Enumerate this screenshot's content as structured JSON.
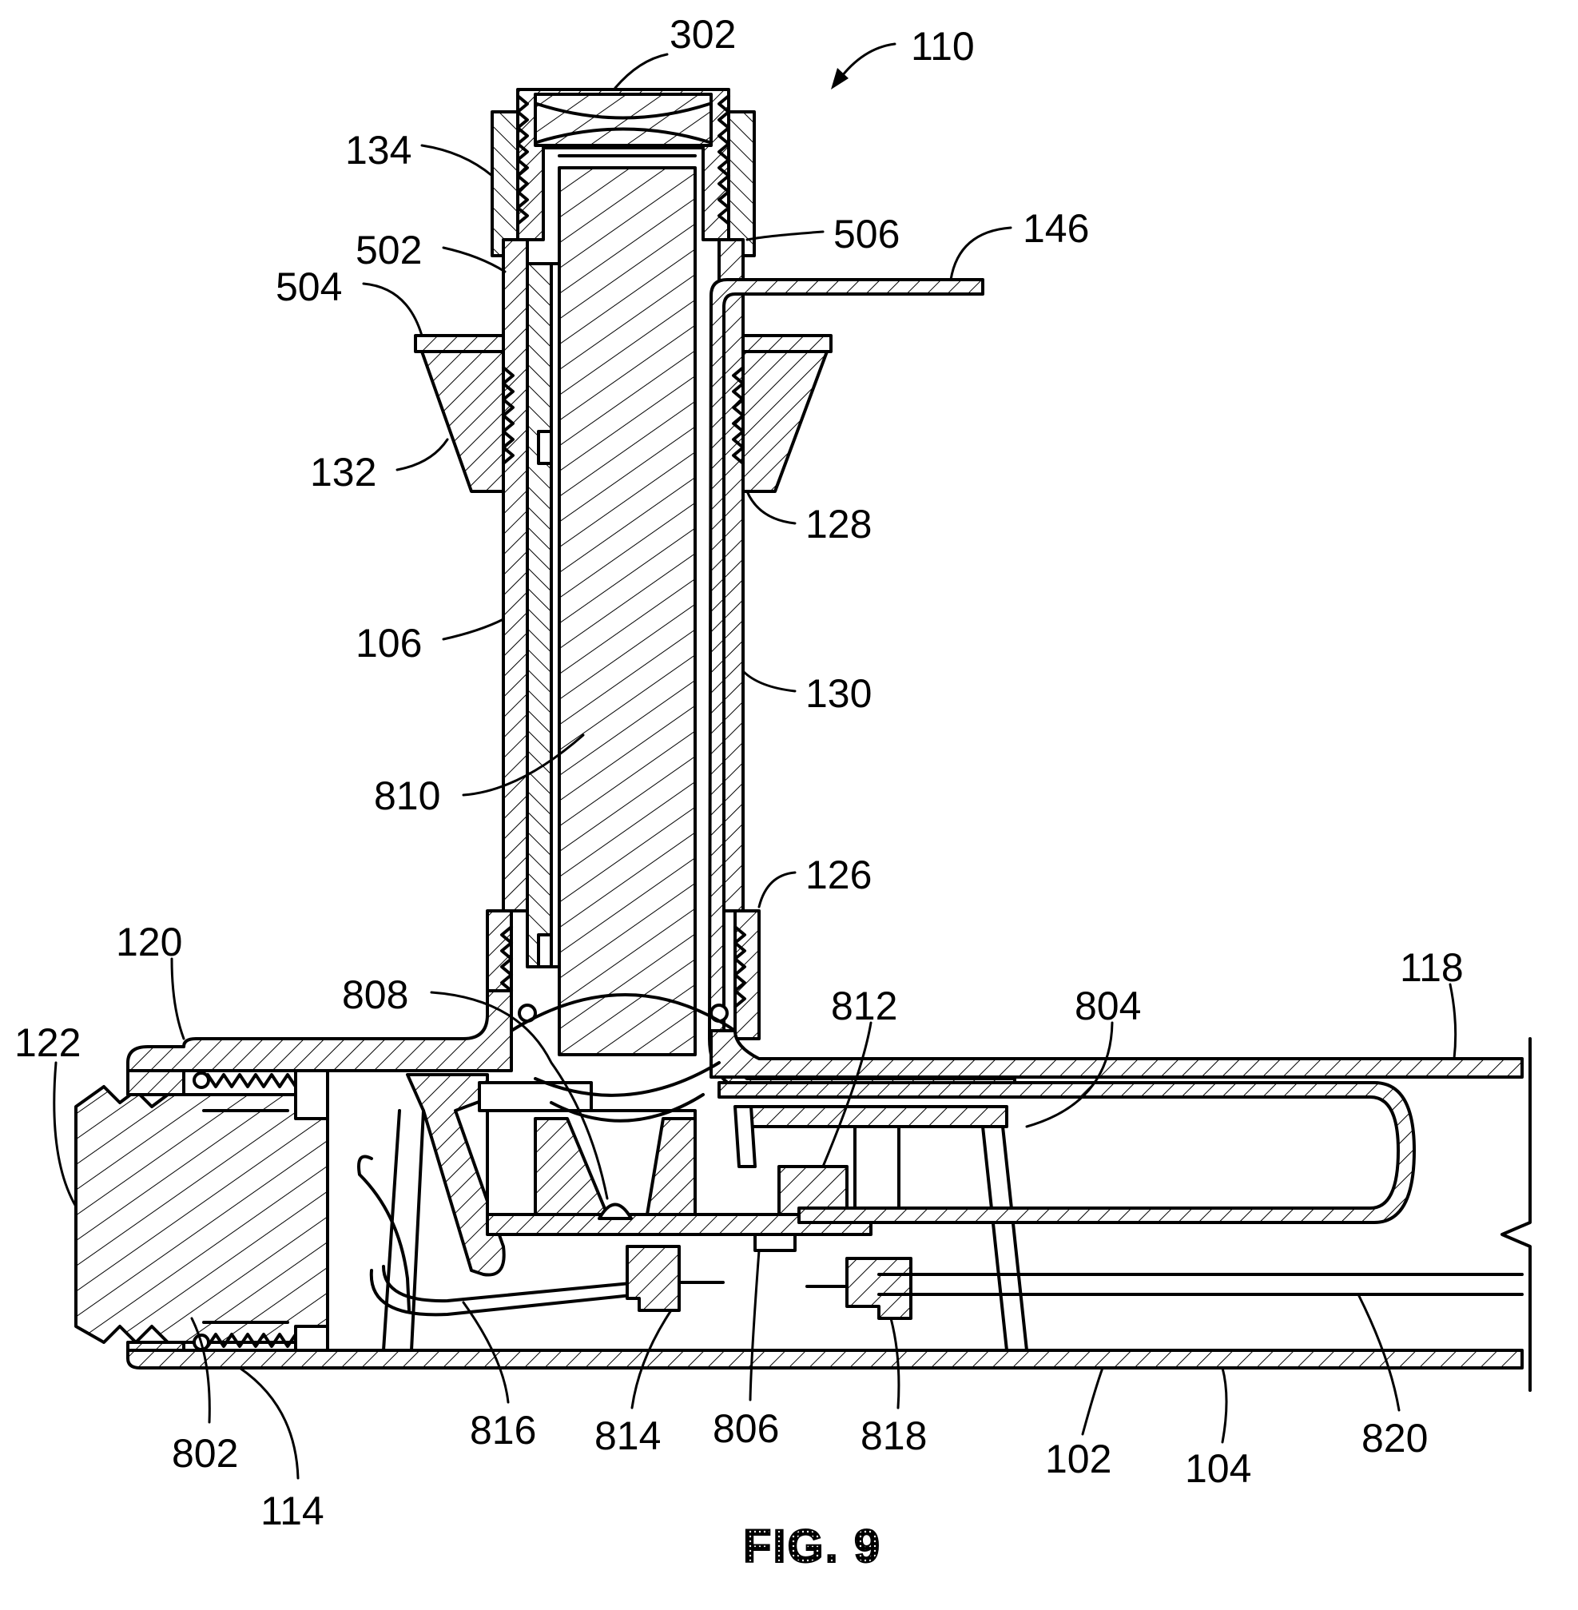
{
  "figure": {
    "caption": "FIG. 9",
    "assembly_reference": "110"
  },
  "reference_numerals": {
    "r302": "302",
    "r110": "110",
    "r134": "134",
    "r506": "506",
    "r146": "146",
    "r502": "502",
    "r504": "504",
    "r132": "132",
    "r128": "128",
    "r106": "106",
    "r130": "130",
    "r810": "810",
    "r126": "126",
    "r120": "120",
    "r118": "118",
    "r808": "808",
    "r812": "812",
    "r804": "804",
    "r122": "122",
    "r816": "816",
    "r814": "814",
    "r806": "806",
    "r818": "818",
    "r102": "102",
    "r104": "104",
    "r820": "820",
    "r802": "802",
    "r114": "114"
  },
  "colors": {
    "ink": "#000000",
    "paper": "#ffffff"
  }
}
